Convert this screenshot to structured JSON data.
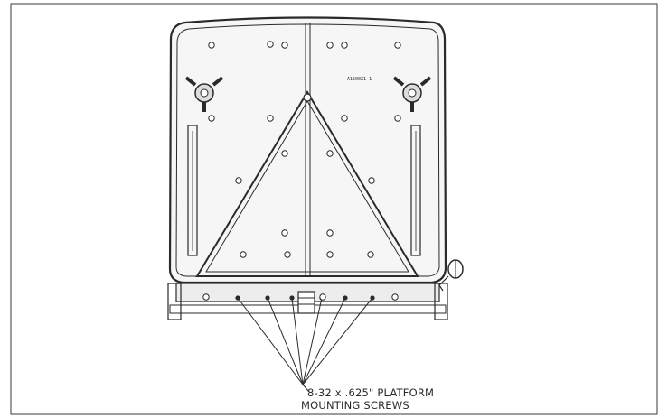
{
  "callout": {
    "line1": "8-32 x .625\" PLATFORM",
    "line2": "MOUNTING SCREWS"
  },
  "part_marking": "A1600X1-1",
  "colors": {
    "line": "#2a2a2a",
    "background": "#ffffff",
    "border": "#3a3a3a"
  }
}
